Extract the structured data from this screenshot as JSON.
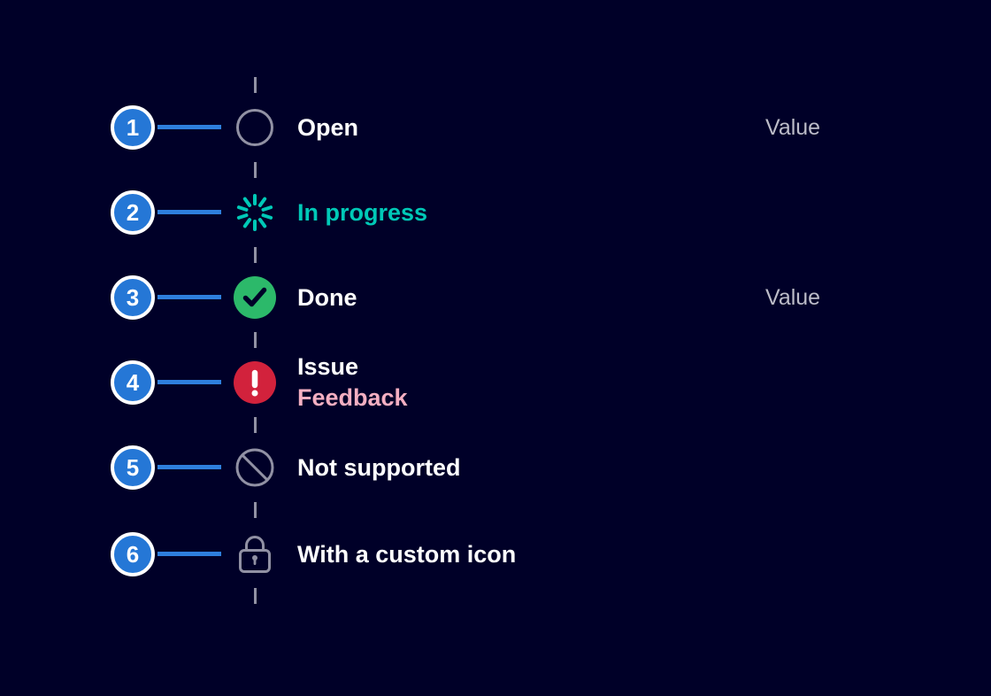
{
  "theme": {
    "background": "#000028",
    "accent_blue": "#2e7fdd",
    "badge_blue": "#2577d6",
    "teal": "#00c9b7",
    "success_green": "#2cb96a",
    "alarm_red": "#d2223c",
    "feedback_pink": "#f4afc2",
    "neutral_gray": "#9191a4",
    "value_gray": "#bcbcc8",
    "label_white": "#ffffff"
  },
  "timeline": {
    "items": [
      {
        "number": "1",
        "label": "Open",
        "value": "Value",
        "status": "open",
        "icon": "open-circle-icon"
      },
      {
        "number": "2",
        "label": "In progress",
        "status": "in-progress",
        "icon": "spinner-icon"
      },
      {
        "number": "3",
        "label": "Done",
        "value": "Value",
        "status": "done",
        "icon": "check-circle-icon"
      },
      {
        "number": "4",
        "label": "Issue",
        "label2": "Feedback",
        "status": "issue",
        "icon": "alert-circle-icon"
      },
      {
        "number": "5",
        "label": "Not supported",
        "status": "not-supported",
        "icon": "prohibited-icon"
      },
      {
        "number": "6",
        "label": "With a custom icon",
        "status": "custom",
        "icon": "lock-icon"
      }
    ]
  }
}
